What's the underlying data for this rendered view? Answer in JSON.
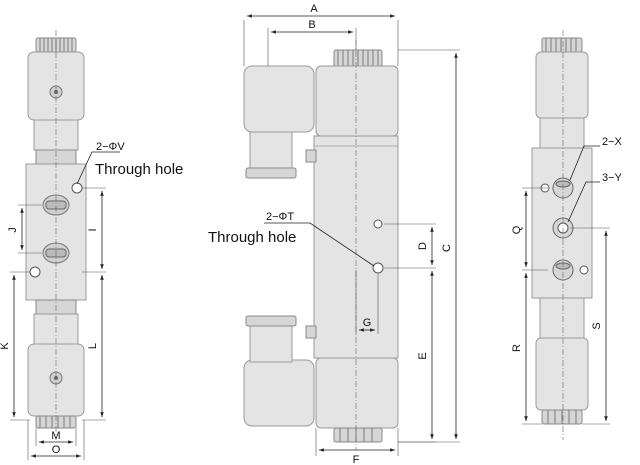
{
  "dimensions": {
    "A": "A",
    "B": "B",
    "C": "C",
    "D": "D",
    "E": "E",
    "F": "F",
    "G": "G",
    "I": "I",
    "J": "J",
    "K": "K",
    "L": "L",
    "M": "M",
    "O": "O",
    "Q": "Q",
    "R": "R",
    "S": "S"
  },
  "callouts": {
    "left_hole_spec": "2−ΦV",
    "left_hole_note": "Through hole",
    "middle_hole_spec": "2−ΦT",
    "middle_hole_note": "Through hole",
    "right_port_x": "2−X",
    "right_port_y": "3−Y"
  }
}
